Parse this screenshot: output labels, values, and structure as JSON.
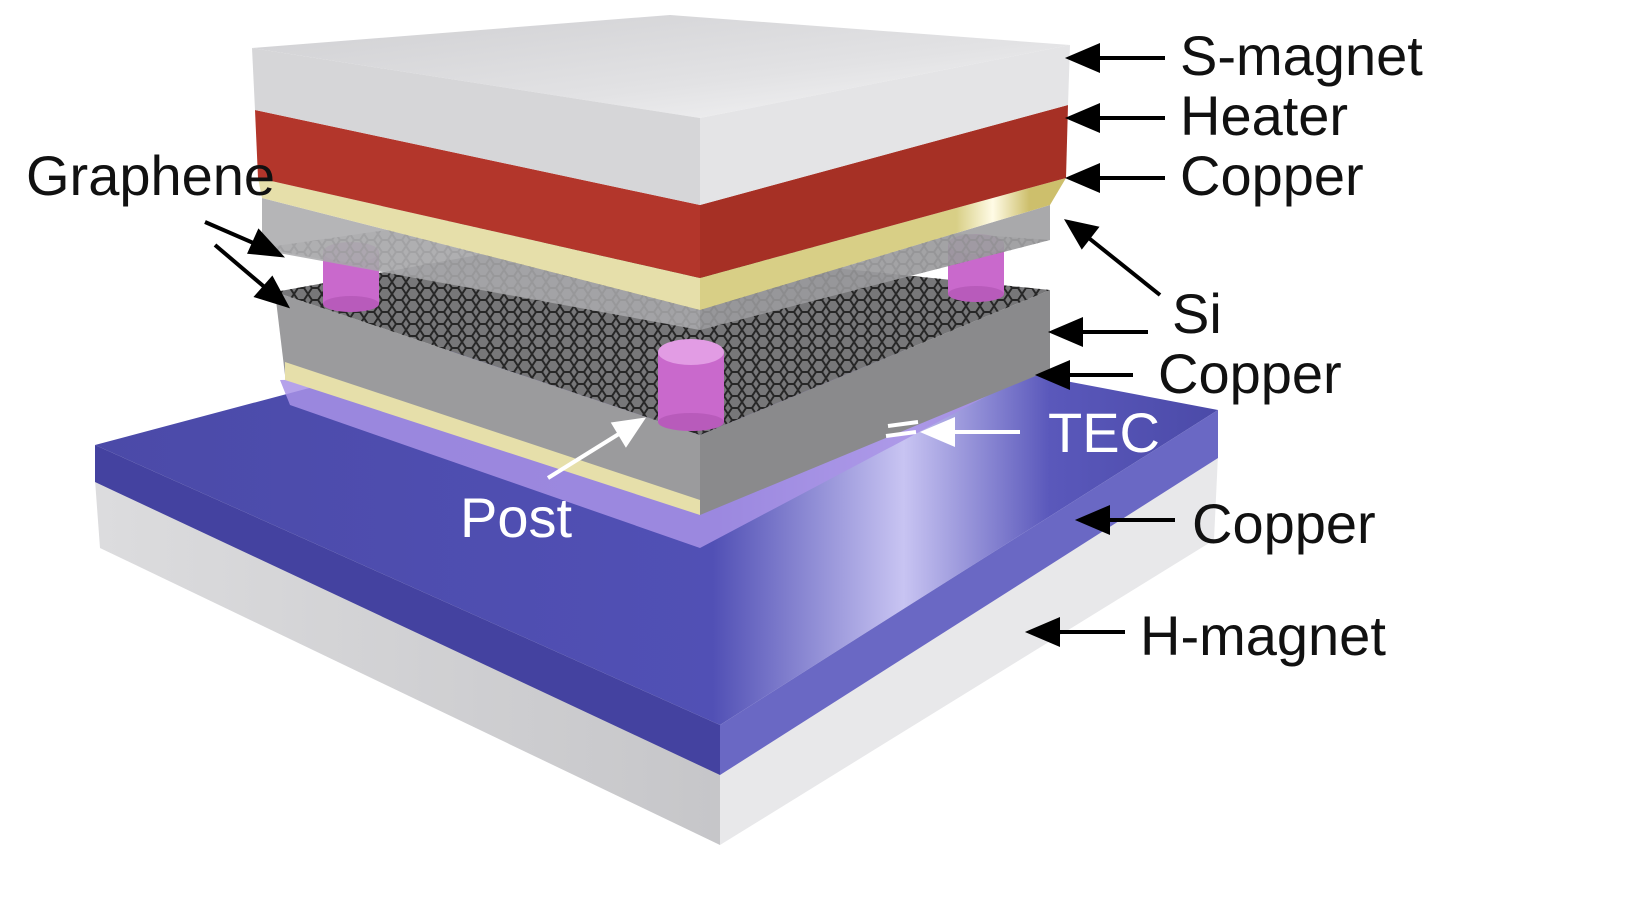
{
  "labels": {
    "s_magnet": "S-magnet",
    "heater": "Heater",
    "copper_top": "Copper",
    "graphene": "Graphene",
    "si": "Si",
    "copper_mid": "Copper",
    "tec": "TEC",
    "post": "Post",
    "copper_bottom": "Copper",
    "h_magnet": "H-magnet"
  },
  "colors": {
    "magnet": "#d9d9db",
    "heater": "#b2352a",
    "copper": "#e6dfaa",
    "si": "#9c9c9c",
    "graphene": "#2a2a2a",
    "post": "#cc6fcf",
    "tec": "#4f4eb0",
    "tec_glow": "#a88ee6"
  }
}
